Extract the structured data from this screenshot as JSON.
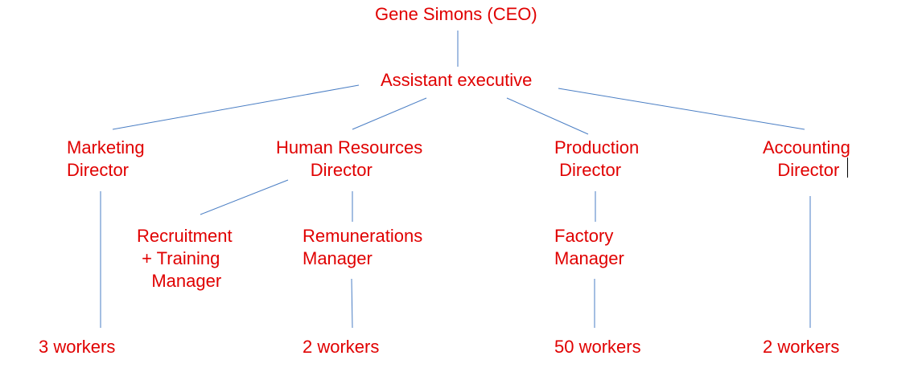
{
  "colors": {
    "text": "#e00000",
    "connector": "#4a7ec4",
    "background": "#ffffff"
  },
  "org_chart": {
    "ceo": "Gene Simons (CEO)",
    "assistant": "Assistant executive",
    "directors": {
      "marketing": "Marketing\nDirector",
      "human_resources": "Human Resources\n       Director",
      "production": "Production\n Director",
      "accounting": "Accounting\n   Director"
    },
    "managers": {
      "recruitment_training": "Recruitment\n + Training\n   Manager",
      "remunerations": "Remunerations\nManager",
      "factory": "Factory\nManager"
    },
    "workers": {
      "marketing": "3 workers",
      "human_resources": "2 workers",
      "production": "50 workers",
      "accounting": "2 workers"
    }
  }
}
